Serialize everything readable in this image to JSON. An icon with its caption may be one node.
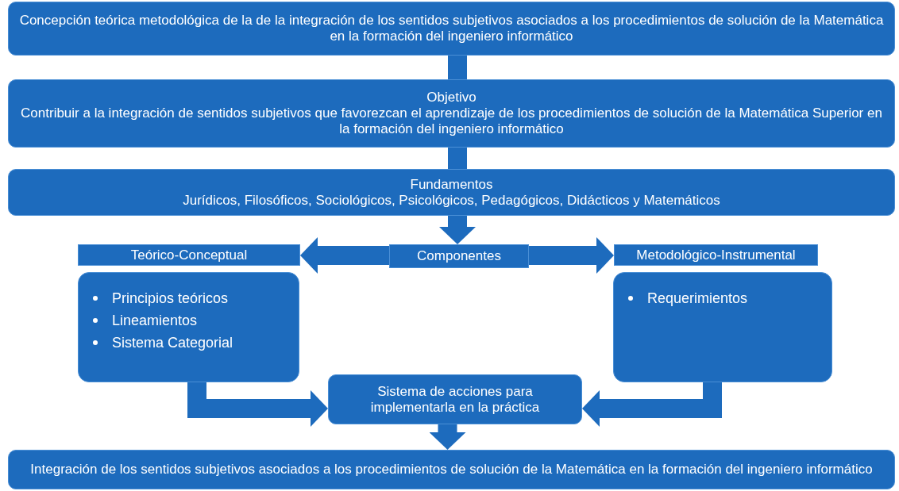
{
  "diagram": {
    "nodes": [
      {
        "text": [
          "Concepción teórica metodológica de la de la integración de los sentidos subjetivos asociados a los procedimientos de solución de la Matemática en la formación del ingeniero informático"
        ]
      },
      {
        "text": [
          "Objetivo",
          "Contribuir a la integración de sentidos subjetivos que favorezcan el aprendizaje de los procedimientos de solución de la Matemática Superior en la formación del ingeniero informático"
        ]
      },
      {
        "text": [
          "Fundamentos",
          "Jurídicos, Filosóficos, Sociológicos, Psicológicos, Pedagógicos, Didácticos y Matemáticos"
        ]
      },
      {
        "text": [
          "Teórico-Conceptual"
        ]
      },
      {
        "text": [
          "Componentes"
        ]
      },
      {
        "text": [
          "Metodológico-Instrumental"
        ]
      },
      {
        "text": [
          "Principios teóricos",
          "Lineamientos",
          "Sistema Categorial"
        ]
      },
      {
        "text": [
          "Requerimientos"
        ]
      },
      {
        "text": [
          "Sistema de acciones para implementarla en la práctica"
        ]
      },
      {
        "text": [
          "Integración de los sentidos subjetivos asociados a los procedimientos de solución de la Matemática en la formación del ingeniero informático"
        ]
      }
    ],
    "edges": [
      {
        "from": 0,
        "to": 1,
        "arrow": "none"
      },
      {
        "from": 1,
        "to": 2,
        "arrow": "none"
      },
      {
        "from": 2,
        "to": 4,
        "arrow": "to"
      },
      {
        "from": 4,
        "to": 3,
        "arrow": "to"
      },
      {
        "from": 4,
        "to": 5,
        "arrow": "to"
      },
      {
        "from": 6,
        "to": 8,
        "arrow": "to"
      },
      {
        "from": 7,
        "to": 8,
        "arrow": "to"
      },
      {
        "from": 8,
        "to": 9,
        "arrow": "to"
      }
    ]
  }
}
